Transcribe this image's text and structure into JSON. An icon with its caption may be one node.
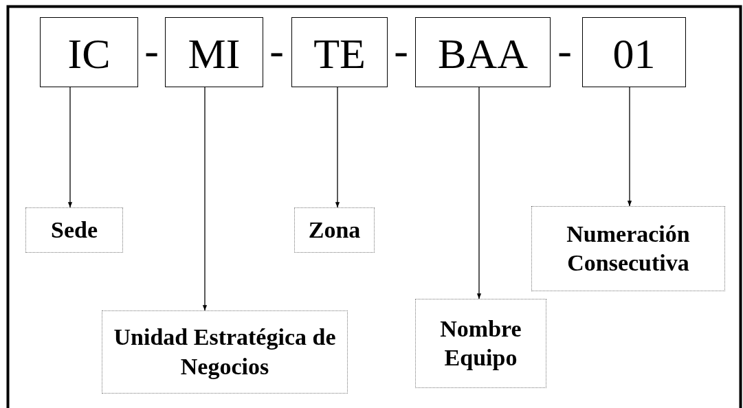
{
  "diagram": {
    "nodes": [
      {
        "text": [
          "IC"
        ]
      },
      {
        "text": [
          "MI"
        ]
      },
      {
        "text": [
          "TE"
        ]
      },
      {
        "text": [
          "BAA"
        ]
      },
      {
        "text": [
          "01"
        ]
      },
      {
        "text": [
          "Sede"
        ]
      },
      {
        "text": [
          "Unidad Estratégica de Negocios"
        ]
      },
      {
        "text": [
          "Zona"
        ]
      },
      {
        "text": [
          "Nombre Equipo"
        ]
      },
      {
        "text": [
          "Numeración Consecutiva"
        ]
      }
    ],
    "edges": [
      {
        "from": 0,
        "to": 5,
        "arrow": "to"
      },
      {
        "from": 1,
        "to": 6,
        "arrow": "to"
      },
      {
        "from": 2,
        "to": 7,
        "arrow": "to"
      },
      {
        "from": 3,
        "to": 8,
        "arrow": "to"
      },
      {
        "from": 4,
        "to": 9,
        "arrow": "to"
      }
    ],
    "labels": [
      "-",
      "-",
      "-",
      "-"
    ]
  }
}
